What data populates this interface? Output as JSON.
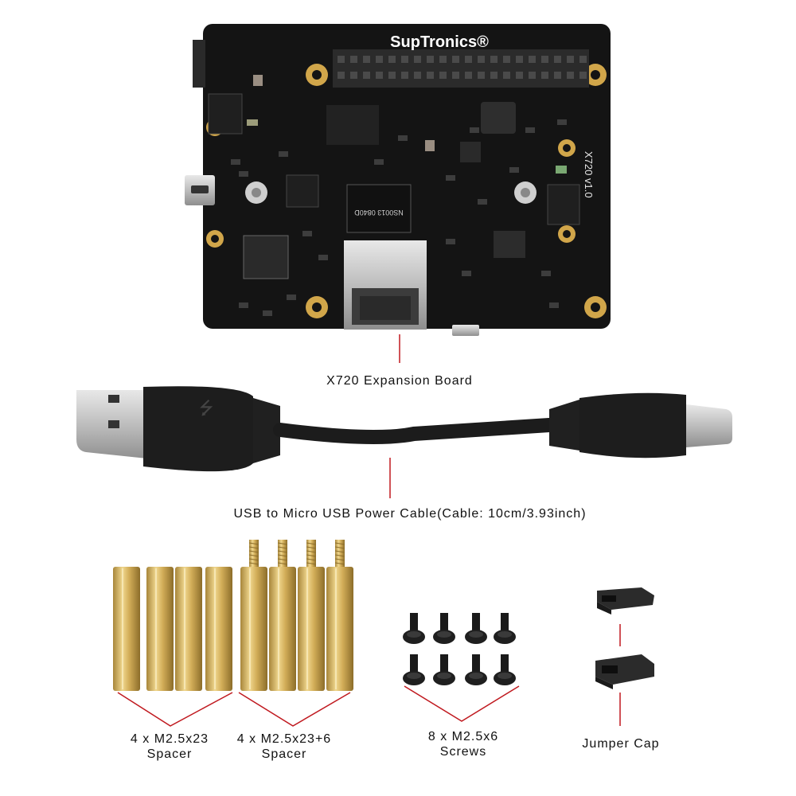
{
  "board": {
    "brand": "SupTronics®",
    "model": "X720 v1.0",
    "chip_text": "NS0013 0840D"
  },
  "labels": {
    "board": "X720 Expansion Board",
    "cable": "USB to Micro USB Power Cable(Cable: 10cm/3.93inch)",
    "spacer23_line1": "4 x M2.5x23",
    "spacer23_line2": "Spacer",
    "spacer236_line1": "4 x M2.5x23+6",
    "spacer236_line2": "Spacer",
    "screws_line1": "8 x M2.5x6",
    "screws_line2": "Screws",
    "jumper": "Jumper Cap"
  },
  "colors": {
    "pcb": "#151515",
    "gold": "#d1a64a",
    "brass": "#c9a650",
    "leader": "#c0191f",
    "cable": "#1c1c1c"
  }
}
